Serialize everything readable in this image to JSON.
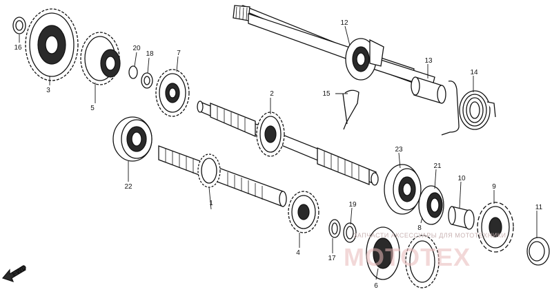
{
  "diagram": {
    "labels": [
      "1",
      "2",
      "3",
      "4",
      "5",
      "6",
      "7",
      "8",
      "9",
      "10",
      "11",
      "12",
      "13",
      "14",
      "15",
      "16",
      "17",
      "18",
      "19",
      "20",
      "21",
      "22",
      "23"
    ],
    "fwd_marker": "FWD",
    "watermark_caption": "ЗАПЧАСТИ АКСЕССУАРЫ ДЛЯ МОТОТЕХНИКИ",
    "watermark_brand": "МОТОТЕХ"
  }
}
